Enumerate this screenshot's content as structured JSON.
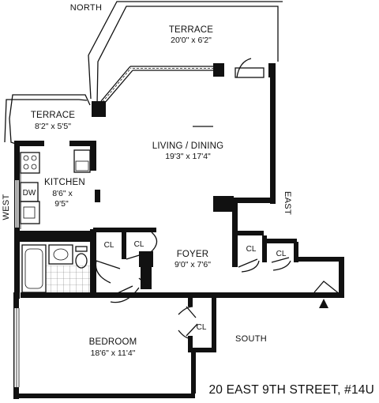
{
  "compass": {
    "north": "NORTH",
    "east": "EAST",
    "west": "WEST",
    "south": "SOUTH"
  },
  "rooms": {
    "terrace_north": {
      "name": "TERRACE",
      "dims": "20'0\" x 6'2\""
    },
    "terrace_west": {
      "name": "TERRACE",
      "dims": "8'2\" x 5'5\""
    },
    "living": {
      "name": "LIVING / DINING",
      "dims": "19'3\" x 17'4\""
    },
    "kitchen": {
      "name": "KITCHEN",
      "dims_line1": "8'6\" x",
      "dims_line2": "9'5\""
    },
    "foyer": {
      "name": "FOYER",
      "dims": "9'0\" x 7'6\""
    },
    "bedroom": {
      "name": "BEDROOM",
      "dims": "18'6\" x 11'4\""
    }
  },
  "fixtures": {
    "dishwasher": "DW",
    "closet": "CL"
  },
  "address": "20 EAST 9TH STREET, #14U"
}
